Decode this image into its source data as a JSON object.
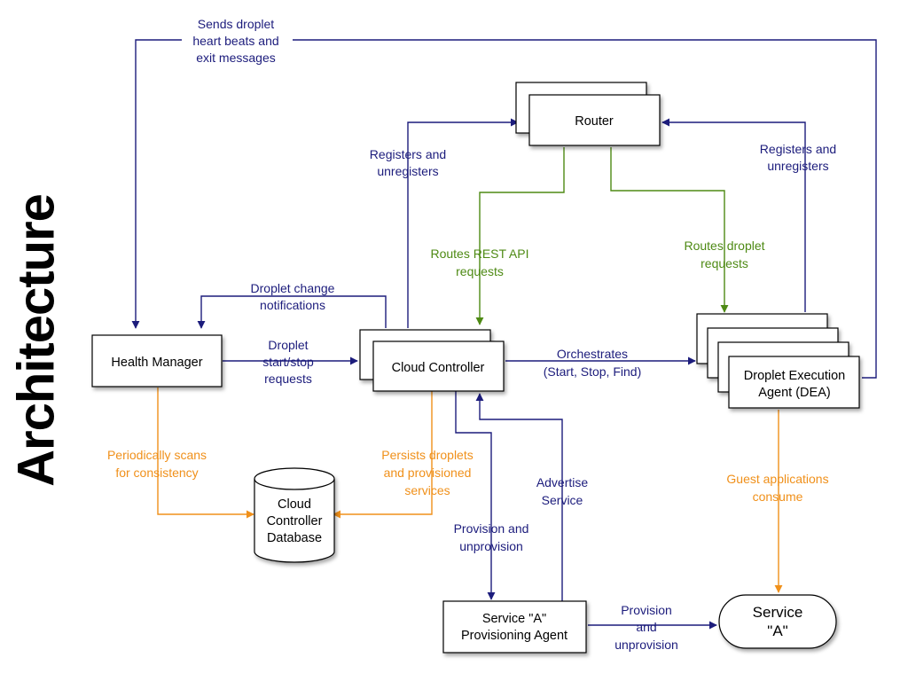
{
  "title": "Architecture",
  "colors": {
    "control": "#1c1c7c",
    "routing": "#4e8a14",
    "data": "#f0901a",
    "box_stroke": "#000000"
  },
  "nodes": {
    "router": {
      "label": "Router"
    },
    "health_manager": {
      "label": "Health Manager"
    },
    "cloud_controller": {
      "label": "Cloud Controller"
    },
    "dea": {
      "label_lines": [
        "Droplet Execution",
        "Agent (DEA)"
      ]
    },
    "ccdb": {
      "label_lines": [
        "Cloud",
        "Controller",
        "Database"
      ]
    },
    "provisioning_agent": {
      "label_lines": [
        "Service \"A\"",
        "Provisioning Agent"
      ]
    },
    "service_a": {
      "label_lines": [
        "Service",
        "\"A\""
      ]
    }
  },
  "edge_labels": {
    "heartbeats": [
      "Sends droplet",
      "heart beats and",
      "exit messages"
    ],
    "cc_registers": [
      "Registers and",
      "unregisters"
    ],
    "dea_registers": [
      "Registers and",
      "unregisters"
    ],
    "routes_rest": [
      "Routes REST API",
      "requests"
    ],
    "routes_droplet": [
      "Routes droplet",
      "requests"
    ],
    "droplet_change": [
      "Droplet change",
      "notifications"
    ],
    "start_stop": [
      "Droplet",
      "start/stop",
      "requests"
    ],
    "orchestrates": [
      "Orchestrates",
      "(Start, Stop, Find)"
    ],
    "periodic_scan": [
      "Periodically scans",
      "for consistency"
    ],
    "persists": [
      "Persists droplets",
      "and provisioned",
      "services"
    ],
    "advertise": [
      "Advertise",
      "Service"
    ],
    "provision_cc": [
      "Provision and",
      "unprovision"
    ],
    "provision_sa": [
      "Provision",
      "and",
      "unprovision"
    ],
    "guest_apps": [
      "Guest applications",
      "consume"
    ]
  }
}
